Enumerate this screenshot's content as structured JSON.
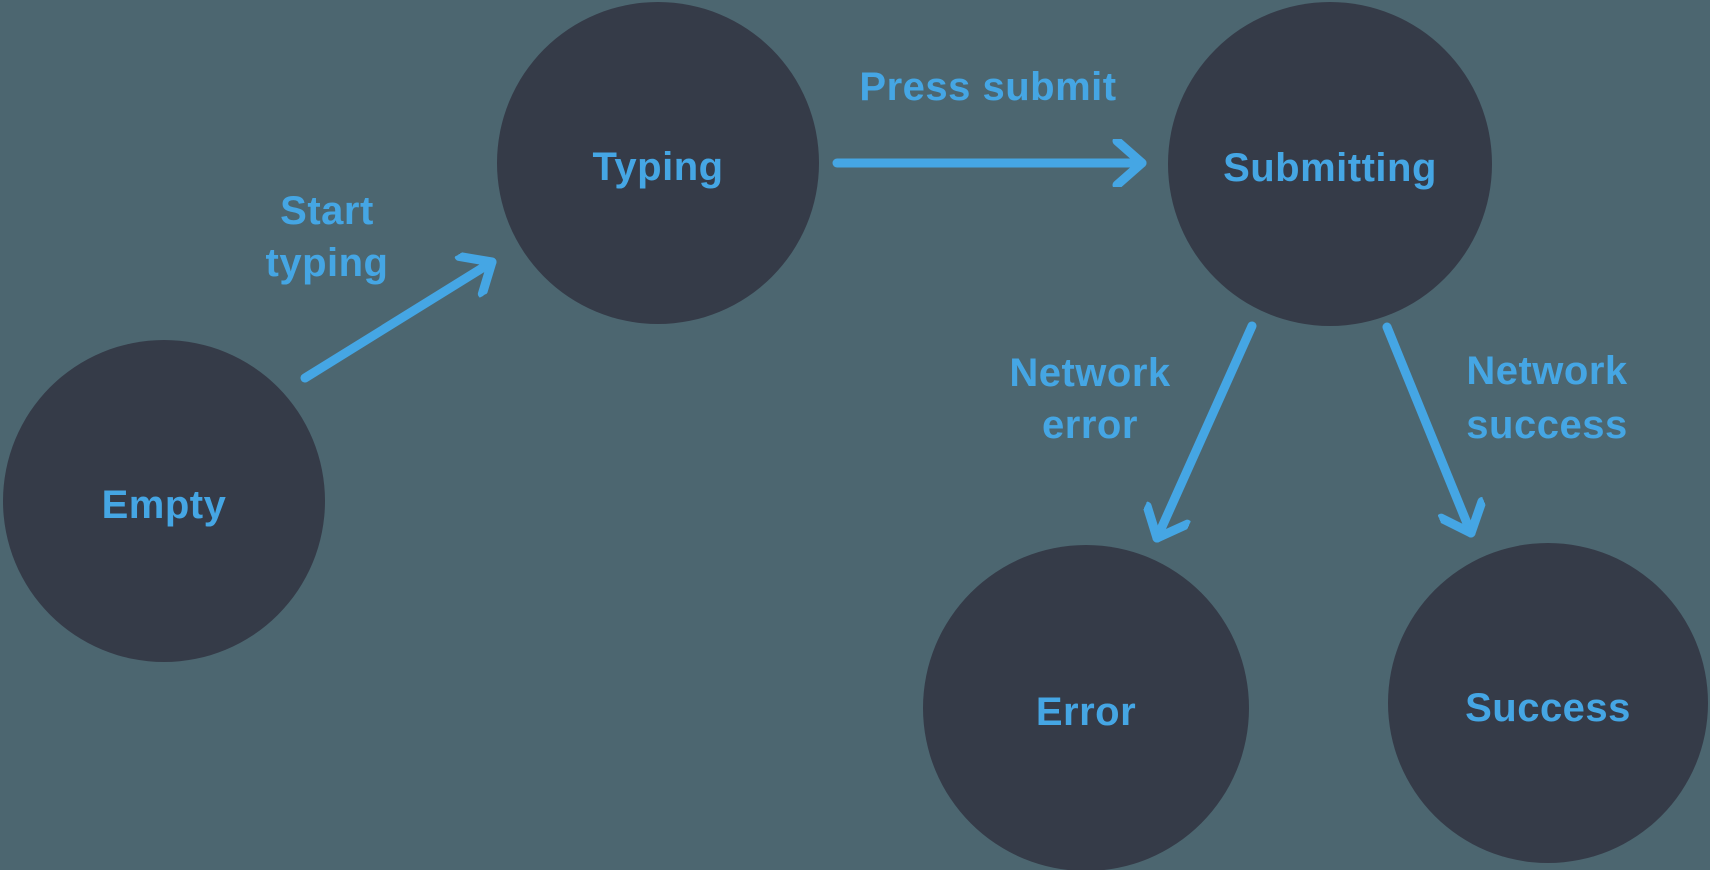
{
  "colors": {
    "background": "#4C6670",
    "node_fill": "#353B48",
    "accent": "#45A6E4"
  },
  "diagram": {
    "type": "state-machine",
    "nodes": [
      {
        "id": "empty",
        "label": "Empty"
      },
      {
        "id": "typing",
        "label": "Typing"
      },
      {
        "id": "submitting",
        "label": "Submitting"
      },
      {
        "id": "error",
        "label": "Error"
      },
      {
        "id": "success",
        "label": "Success"
      }
    ],
    "edges": [
      {
        "from": "empty",
        "to": "typing",
        "label": "Start typing",
        "lines": [
          "Start",
          "typing"
        ]
      },
      {
        "from": "typing",
        "to": "submitting",
        "label": "Press submit",
        "lines": [
          "Press submit"
        ]
      },
      {
        "from": "submitting",
        "to": "error",
        "label": "Network error",
        "lines": [
          "Network",
          "error"
        ]
      },
      {
        "from": "submitting",
        "to": "success",
        "label": "Network success",
        "lines": [
          "Network",
          "success"
        ]
      }
    ]
  }
}
